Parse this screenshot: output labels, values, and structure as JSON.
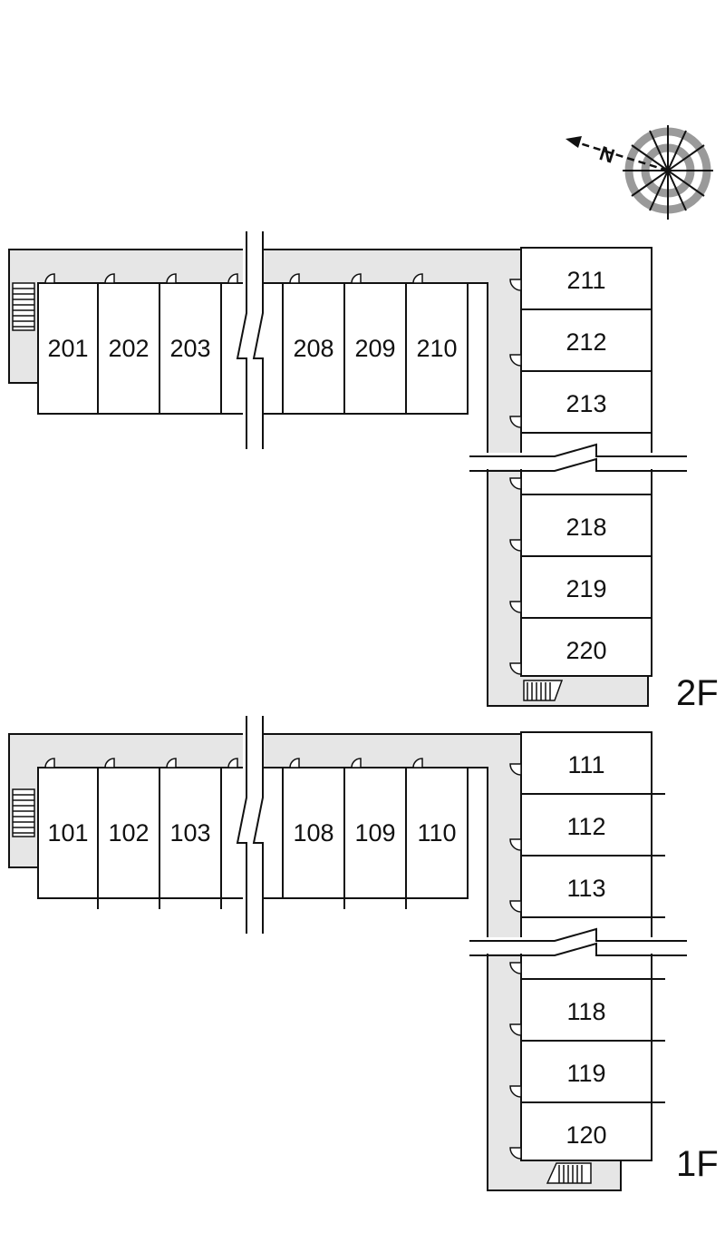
{
  "compass": {
    "label": "N",
    "icon": "compass-icon"
  },
  "floors": [
    {
      "id": "2f",
      "label": "2F",
      "rooms_west": [
        "201",
        "202",
        "203",
        "",
        "208",
        "209",
        "210"
      ],
      "rooms_east": [
        "211",
        "212",
        "213",
        "",
        "218",
        "219",
        "220"
      ]
    },
    {
      "id": "1f",
      "label": "1F",
      "rooms_west": [
        "101",
        "102",
        "103",
        "",
        "108",
        "109",
        "110"
      ],
      "rooms_east": [
        "111",
        "112",
        "113",
        "",
        "118",
        "119",
        "120"
      ]
    }
  ],
  "colors": {
    "corridor": "#e6e6e6",
    "line": "#111111",
    "compass_ring": "#9a9a9a",
    "background": "#ffffff"
  }
}
